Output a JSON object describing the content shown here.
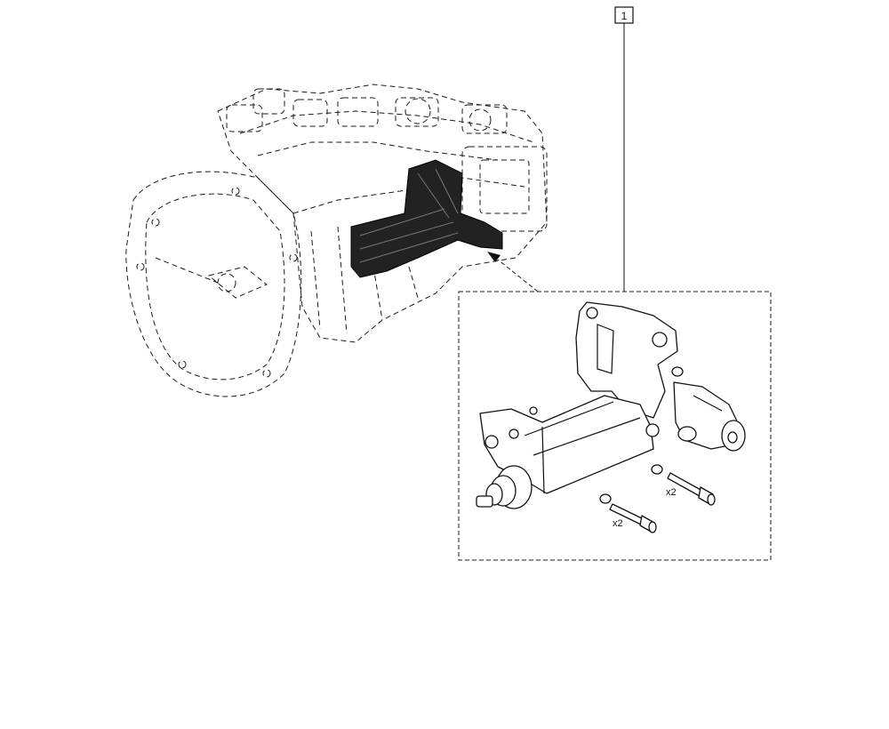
{
  "callout": {
    "number": "1"
  },
  "fasteners": [
    {
      "qty_label": "x2"
    },
    {
      "qty_label": "x2"
    }
  ],
  "colors": {
    "line": "#111111",
    "highlight": "#222222",
    "background": "#ffffff"
  }
}
